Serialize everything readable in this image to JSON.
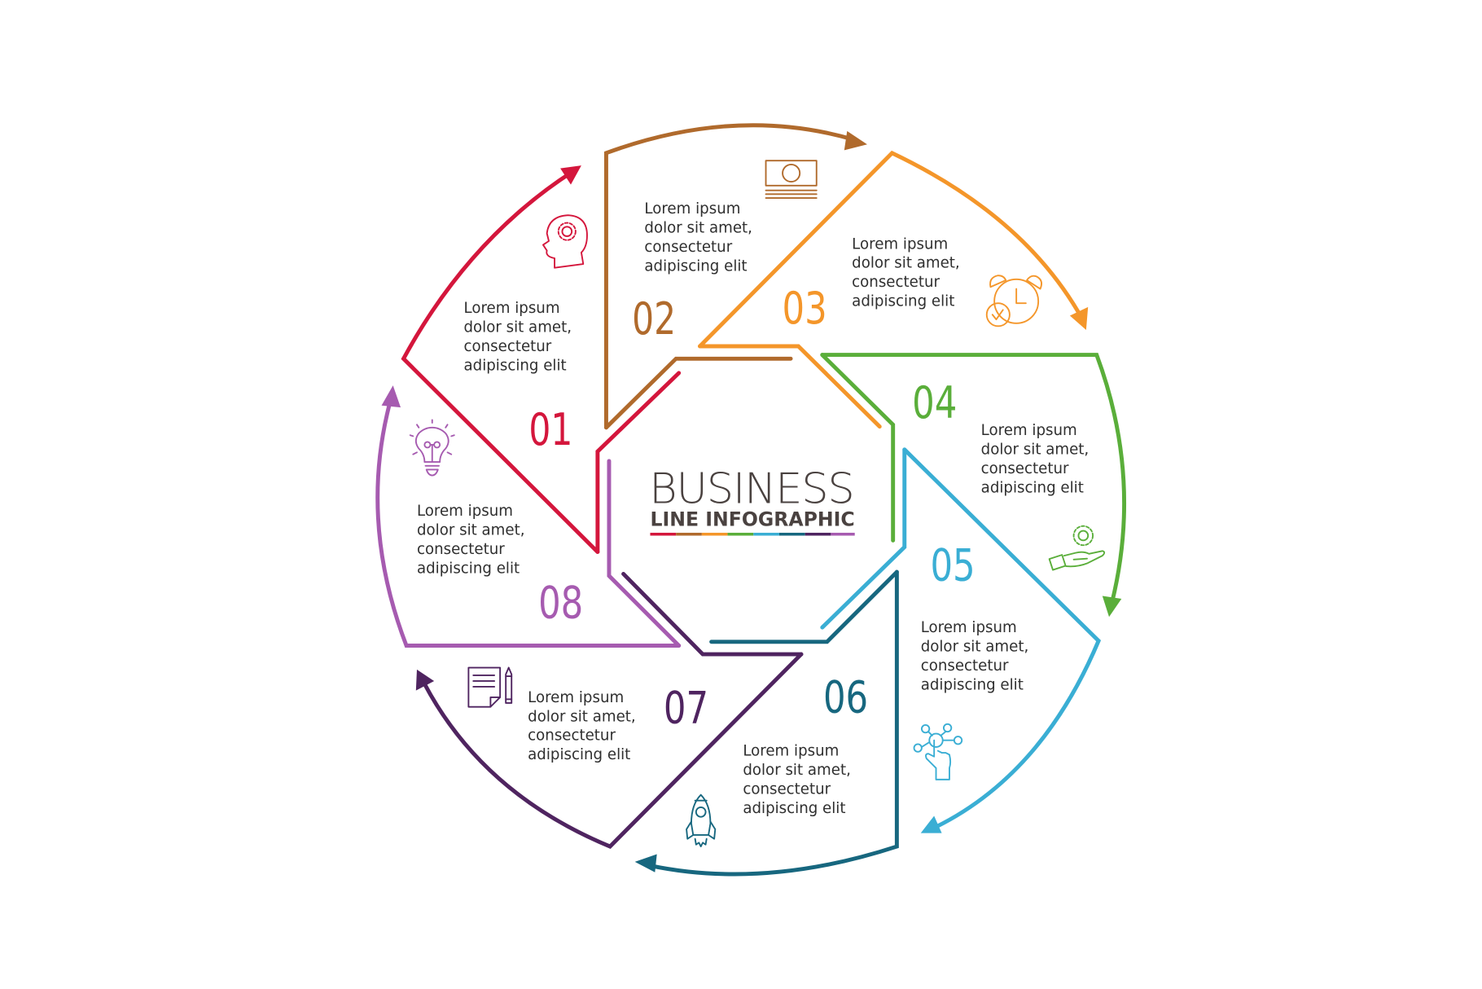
{
  "title": {
    "main": "BUSINESS",
    "sub": "LINE INFOGRAPHIC"
  },
  "colors": {
    "s01": "#d4163c",
    "s02": "#b06a2c",
    "s03": "#f4962a",
    "s04": "#5aae3a",
    "s05": "#3aaed4",
    "s06": "#17677f",
    "s07": "#4f2460",
    "s08": "#a65bb0",
    "title": "#4a4240",
    "text": "#2f2f2f"
  },
  "steps": [
    {
      "number": "01",
      "icon": "head-gear-icon",
      "lines": [
        "Lorem ipsum",
        "dolor sit amet,",
        "consectetur",
        "adipiscing elit"
      ]
    },
    {
      "number": "02",
      "icon": "money-stack-icon",
      "lines": [
        "Lorem ipsum",
        "dolor sit amet,",
        "consectetur",
        "adipiscing elit"
      ]
    },
    {
      "number": "03",
      "icon": "alarm-clock-check-icon",
      "lines": [
        "Lorem ipsum",
        "dolor sit amet,",
        "consectetur",
        "adipiscing elit"
      ]
    },
    {
      "number": "04",
      "icon": "hand-gear-icon",
      "lines": [
        "Lorem ipsum",
        "dolor sit amet,",
        "consectetur",
        "adipiscing elit"
      ]
    },
    {
      "number": "05",
      "icon": "touch-network-icon",
      "lines": [
        "Lorem ipsum",
        "dolor sit amet,",
        "consectetur",
        "adipiscing elit"
      ]
    },
    {
      "number": "06",
      "icon": "rocket-icon",
      "lines": [
        "Lorem ipsum",
        "dolor sit amet,",
        "consectetur",
        "adipiscing elit"
      ]
    },
    {
      "number": "07",
      "icon": "document-pencil-icon",
      "lines": [
        "Lorem ipsum",
        "dolor sit amet,",
        "consectetur",
        "adipiscing elit"
      ]
    },
    {
      "number": "08",
      "icon": "lightbulb-icon",
      "lines": [
        "Lorem ipsum",
        "dolor sit amet,",
        "consectetur",
        "adipiscing elit"
      ]
    }
  ]
}
